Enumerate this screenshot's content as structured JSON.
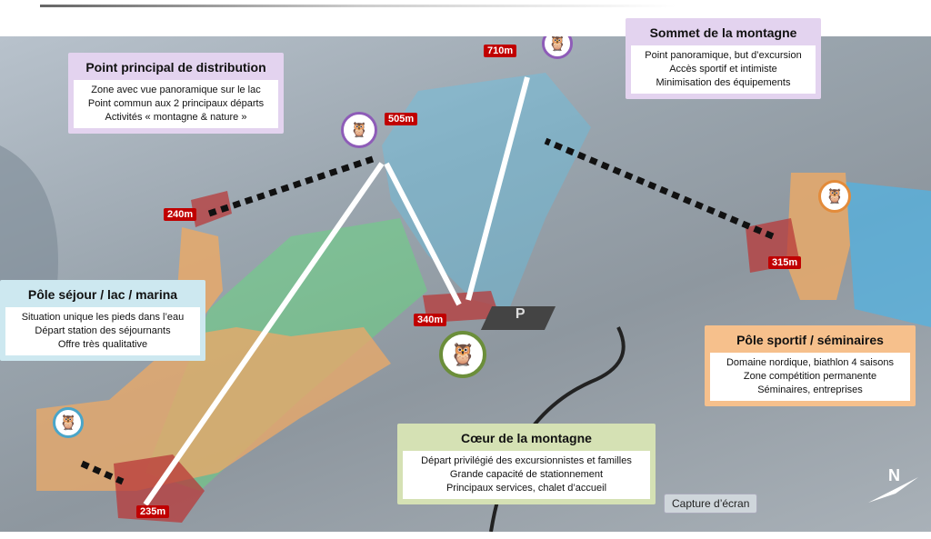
{
  "callouts": {
    "distribution": {
      "title": "Point principal de distribution",
      "lines": [
        "Zone avec vue panoramique sur le lac",
        "Point commun aux 2 principaux départs",
        "Activités « montagne & nature »"
      ]
    },
    "sommet": {
      "title": "Sommet de la montagne",
      "lines": [
        "Point panoramique, but d’excursion",
        "Accès sportif et intimiste",
        "Minimisation des équipements"
      ]
    },
    "sejour": {
      "title": "Pôle séjour / lac / marina",
      "lines": [
        "Situation unique les pieds dans l’eau",
        "Départ station des séjournants",
        "Offre très qualitative"
      ]
    },
    "sportif": {
      "title": "Pôle sportif / séminaires",
      "lines": [
        "Domaine nordique, biathlon 4 saisons",
        "Zone compétition permanente",
        "Séminaires, entreprises"
      ]
    },
    "coeur": {
      "title": "Cœur de la montagne",
      "lines": [
        "Départ privilégié des excursionnistes et familles",
        "Grande capacité de stationnement",
        "Principaux services, chalet d’accueil"
      ]
    }
  },
  "altitudes": [
    "710m",
    "505m",
    "240m",
    "315m",
    "340m",
    "235m"
  ],
  "parking_label": "P",
  "north_label": "N",
  "tooltip": "Capture d’écran",
  "colors": {
    "altitude": "#c00000",
    "purple": "#e3d3ef",
    "blue": "#cde8f0",
    "orange": "#f6c08c",
    "green": "#d5e1b4"
  }
}
